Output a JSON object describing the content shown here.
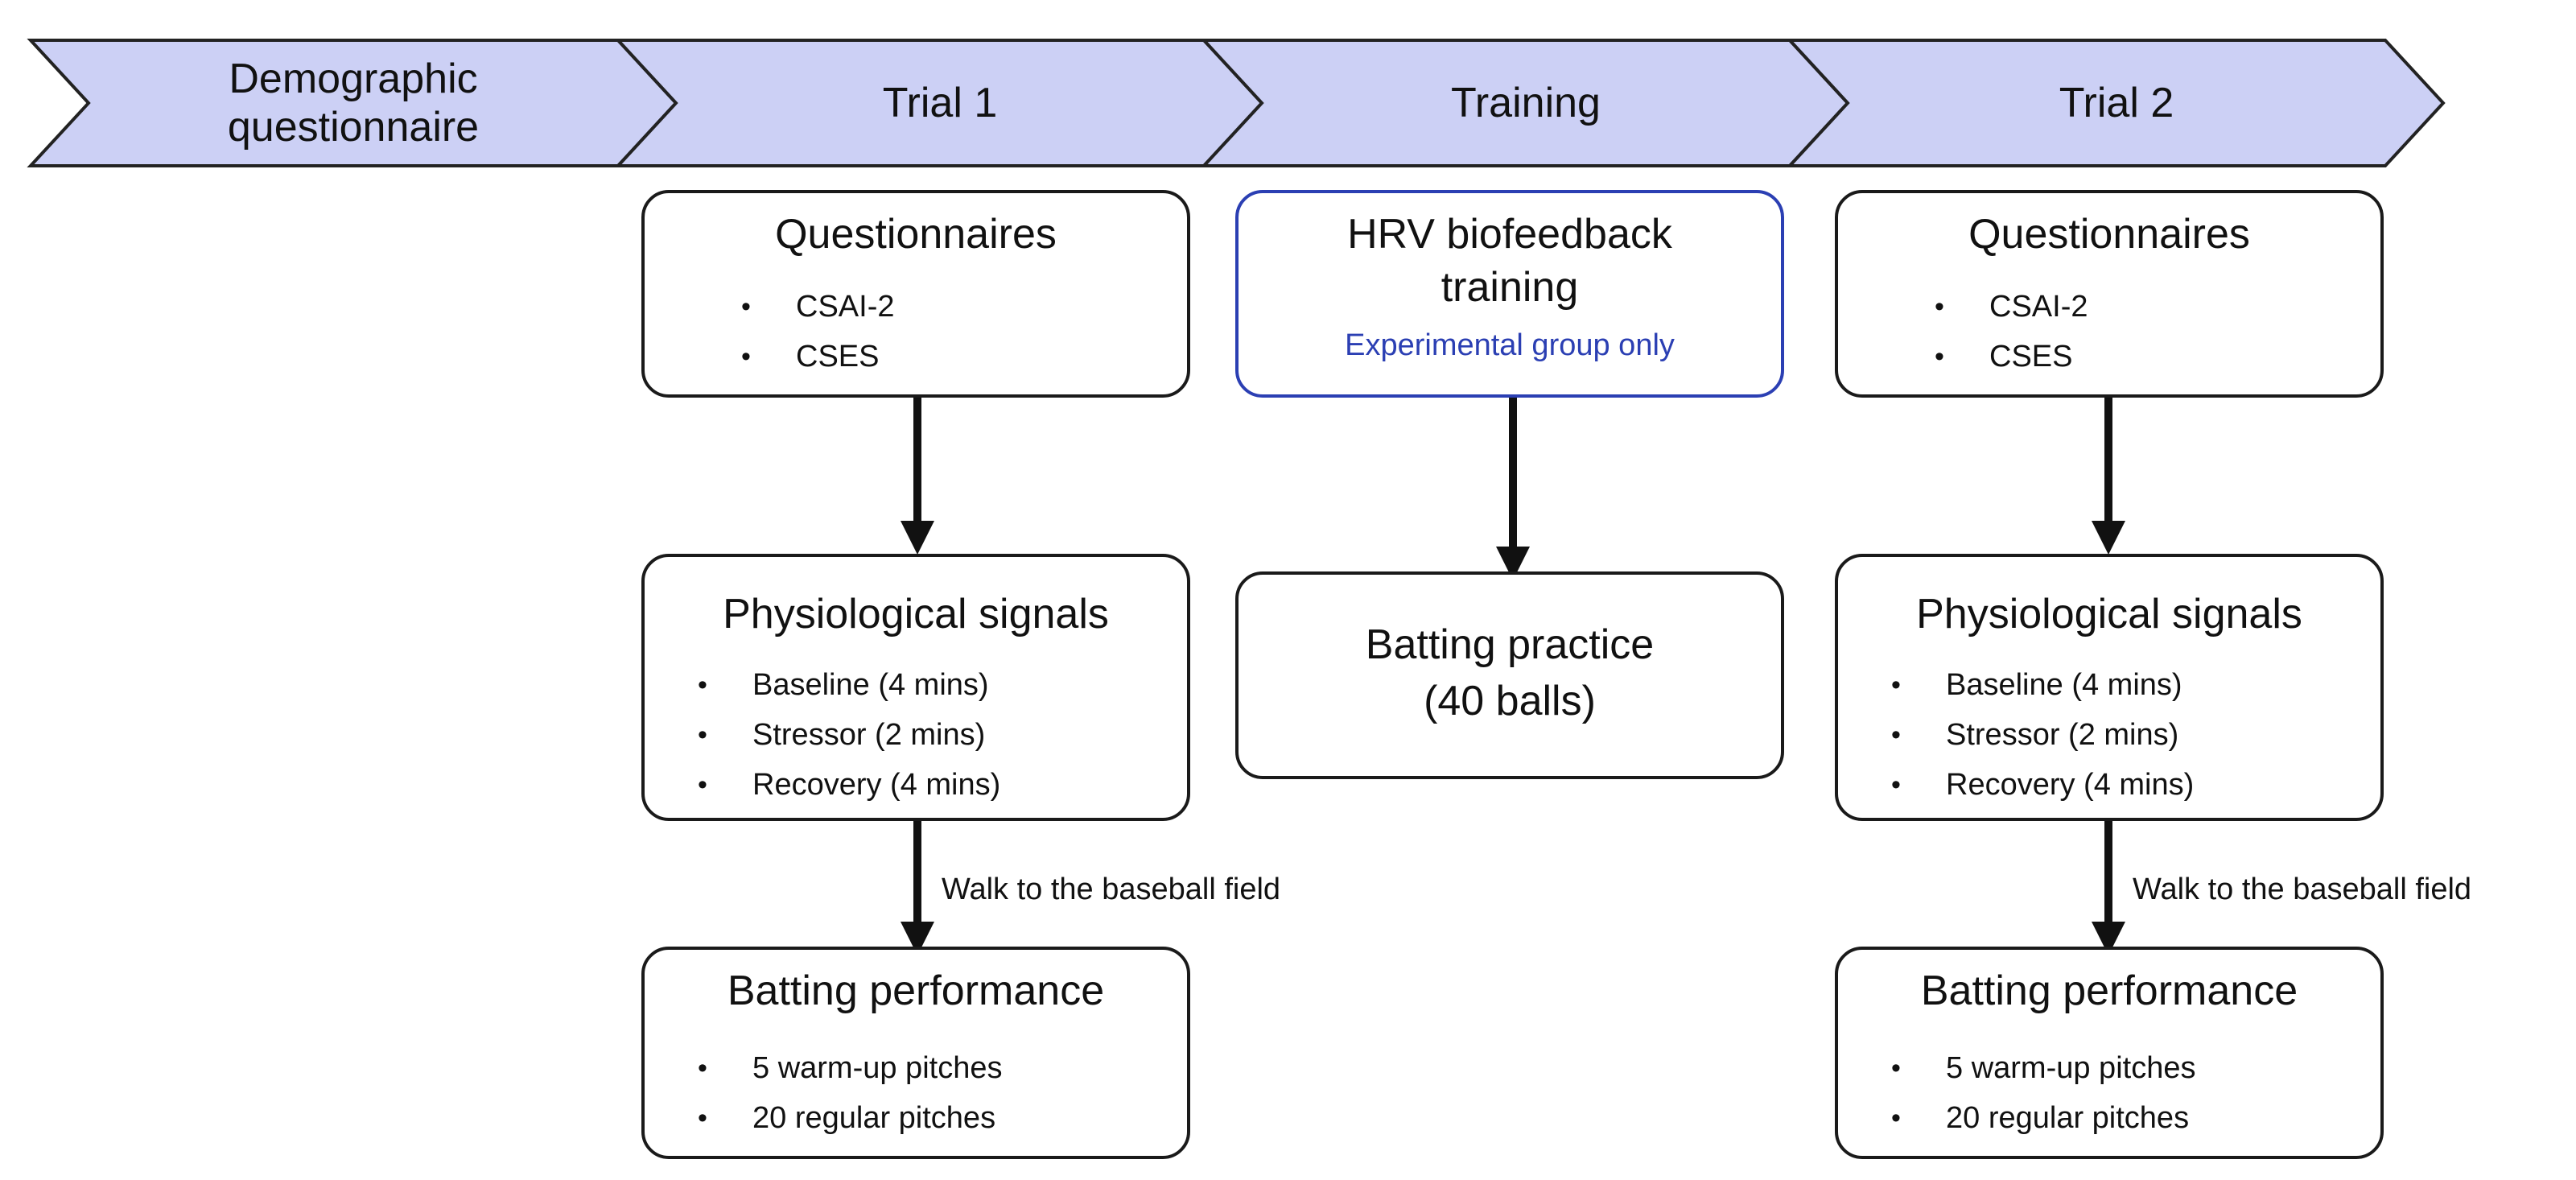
{
  "stages": [
    {
      "name": "stage-demographic",
      "label_lines": [
        "Demographic",
        "questionnaire"
      ]
    },
    {
      "name": "stage-trial-1",
      "label_lines": [
        "Trial 1"
      ]
    },
    {
      "name": "stage-training",
      "label_lines": [
        "Training"
      ]
    },
    {
      "name": "stage-trial-2",
      "label_lines": [
        "Trial 2"
      ]
    }
  ],
  "trial1": {
    "questionnaires": {
      "title": "Questionnaires",
      "items": [
        "CSAI-2",
        "CSES"
      ]
    },
    "physiological": {
      "title": "Physiological signals",
      "items": [
        "Baseline (4 mins)",
        "Stressor (2 mins)",
        "Recovery (4 mins)"
      ]
    },
    "transition_label": "Walk to the baseball field",
    "batting": {
      "title": "Batting performance",
      "items": [
        "5 warm-up pitches",
        "20 regular pitches"
      ]
    }
  },
  "training": {
    "hrv": {
      "title_lines": [
        "HRV biofeedback",
        "training"
      ],
      "note": "Experimental group only"
    },
    "practice": {
      "title_lines": [
        "Batting practice",
        "(40 balls)"
      ]
    }
  },
  "trial2": {
    "questionnaires": {
      "title": "Questionnaires",
      "items": [
        "CSAI-2",
        "CSES"
      ]
    },
    "physiological": {
      "title": "Physiological signals",
      "items": [
        "Baseline (4 mins)",
        "Stressor (2 mins)",
        "Recovery (4 mins)"
      ]
    },
    "transition_label": "Walk to the baseball field",
    "batting": {
      "title": "Batting performance",
      "items": [
        "5 warm-up pitches",
        "20 regular pitches"
      ]
    }
  },
  "colors": {
    "stage_fill": "#ccd0f5",
    "stage_stroke": "#222222",
    "highlight_border": "#2b3fb3",
    "arrow": "#111111"
  }
}
